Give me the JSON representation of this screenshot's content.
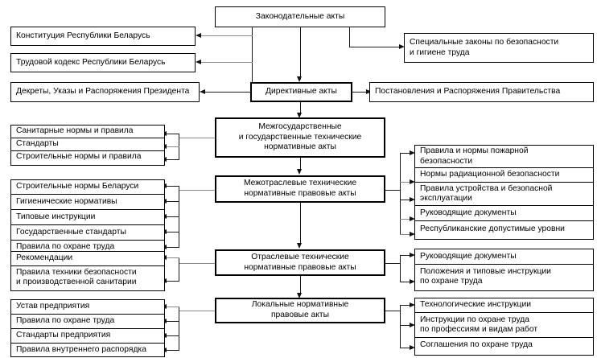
{
  "diagram": {
    "type": "hierarchy-flowchart",
    "title_node": "Законодательные акты",
    "language": "ru",
    "colors": {
      "box_border": "#000000",
      "connector": "#1a1a1a",
      "connector_light": "#8a8a8a",
      "background": "#ffffff",
      "text": "#000000"
    },
    "nodes": {
      "legislative_acts": "Законодательные акты",
      "constitution": "Конституция Республики Беларусь",
      "labor_code": "Трудовой кодекс Республики Беларусь",
      "special_laws": "Специальные законы по безопасности\nи гигиене труда",
      "decrees": "Декреты, Указы и Распоряжения Президента",
      "directive_acts": "Директивные акты",
      "government_resolutions": "Постановления и Распоряжения Правительства",
      "interstate_acts": "Межгосударственные\nи государственные технические\nнормативные акты",
      "intersectoral_acts": "Межотраслевые технические\nнормативные правовые акты",
      "sectoral_acts": "Отраслевые технические\nнормативные правовые акты",
      "local_acts": "Локальные нормативные\nправовые акты"
    },
    "group_interstate_left": [
      "Санитарные нормы и правила",
      "Стандарты",
      "Строительные нормы и правила"
    ],
    "group_intersectoral_left": [
      "Строительные нормы Беларуси",
      "Гигиенические нормативы",
      "Типовые инструкции",
      "Государственные стандарты",
      "Правила по охране труда"
    ],
    "group_intersectoral_right": [
      "Правила и нормы пожарной\nбезопасности",
      "Нормы радиационной безопасности",
      "Правила устройства и безопасной\nэксплуатации",
      "Руководящие документы",
      "Республиканские допустимые уровни"
    ],
    "group_sectoral_left": [
      "Рекомендации",
      "Правила техники безопасности\nи производственной санитарии"
    ],
    "group_sectoral_right": [
      "Руководящие документы",
      "Положения и типовые инструкции\nпо охране труда"
    ],
    "group_local_left": [
      "Устав предприятия",
      "Правила по охране труда",
      "Стандарты предприятия",
      "Правила внутреннего распорядка"
    ],
    "group_local_right": [
      "Технологические инструкции",
      "Инструкции по охране труда\nпо профессиям и видам работ",
      "Соглашения по охране труда"
    ]
  }
}
